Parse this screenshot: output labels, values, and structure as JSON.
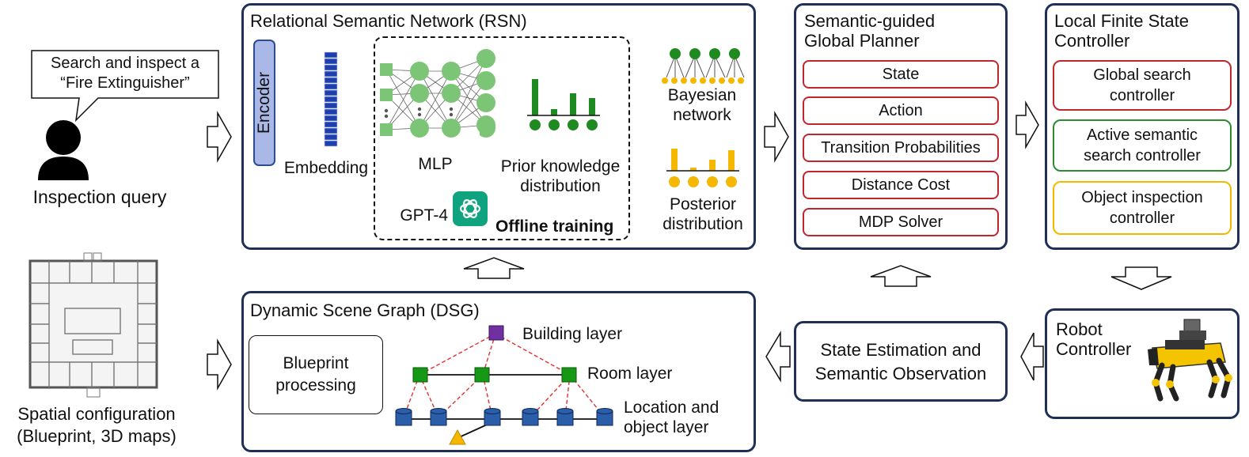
{
  "query": {
    "speech_text": "Search and inspect a\n“Fire Extinguisher”",
    "label": "Inspection query"
  },
  "spatial": {
    "label": "Spatial configuration\n(Blueprint, 3D maps)"
  },
  "rsn": {
    "title": "Relational Semantic Network (RSN)",
    "encoder": "Encoder",
    "embedding": "Embedding",
    "mlp": "MLP",
    "gpt": "GPT-4",
    "prior": "Prior knowledge\ndistribution",
    "offline": "Offline training",
    "bayesian": "Bayesian\nnetwork",
    "posterior": "Posterior\ndistribution"
  },
  "planner": {
    "title": "Semantic-guided\nGlobal Planner",
    "items": [
      "State",
      "Action",
      "Transition Probabilities",
      "Distance Cost",
      "MDP Solver"
    ]
  },
  "controller": {
    "title": "Local Finite State\nController",
    "items": [
      {
        "label": "Global search\ncontroller",
        "color": "#c0272d"
      },
      {
        "label": "Active semantic\nsearch controller",
        "color": "#2e8b2e"
      },
      {
        "label": "Object inspection\ncontroller",
        "color": "#f5b800"
      }
    ]
  },
  "dsg": {
    "title": "Dynamic Scene Graph (DSG)",
    "blueprint": "Blueprint\nprocessing",
    "building_layer": "Building layer",
    "room_layer": "Room layer",
    "location_layer": "Location and\nobject layer"
  },
  "state_est": {
    "label": "State Estimation and\nSemantic Observation"
  },
  "robot": {
    "label": "Robot\nController"
  },
  "colors": {
    "panel_border": "#1f2f55",
    "red": "#c0272d",
    "green_node": "#7cc576",
    "green_dark": "#1f8a1f",
    "yellow": "#f5b800",
    "blue": "#2b4d8f",
    "purple": "#7030a0"
  }
}
